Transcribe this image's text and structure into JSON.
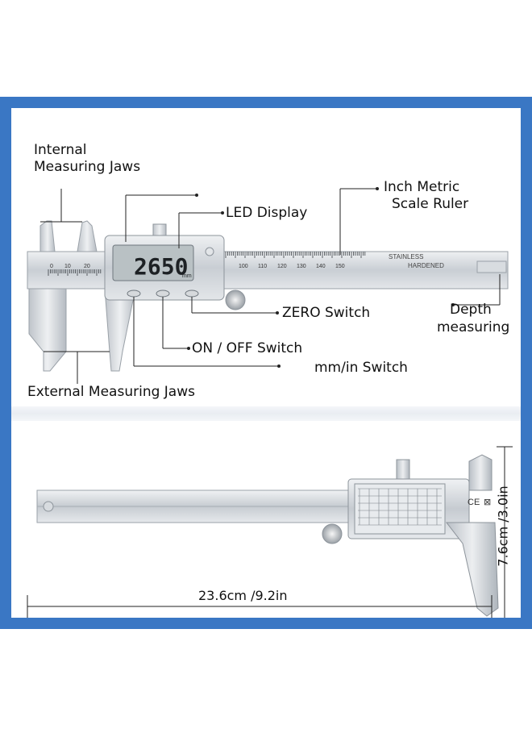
{
  "labels": {
    "internal_jaws_line1": "Internal",
    "internal_jaws_line2": "Measuring Jaws",
    "led_display": "LED Display",
    "inch_metric_line1": "Inch Metric",
    "inch_metric_line2": "Scale Ruler",
    "zero_switch": "ZERO Switch",
    "depth_line1": "Depth",
    "depth_line2": "measuring",
    "on_off_switch": "ON / OFF Switch",
    "mm_in_switch": "mm/in Switch",
    "external_jaws": "External Measuring Jaws"
  },
  "caliper": {
    "display_value": "2650",
    "display_unit": "mm",
    "scale_numbers": [
      "0",
      "10",
      "20",
      "100",
      "110",
      "120",
      "130",
      "140",
      "150"
    ],
    "stamp_line1": "STAINLESS",
    "stamp_line2": "HARDENED"
  },
  "dimensions": {
    "length": "23.6cm /9.2in",
    "height": "7.6cm /3.0in"
  },
  "colors": {
    "frame": "#3a77c4",
    "metal": "#c9ced4",
    "lcd": "#b9c1c4"
  }
}
